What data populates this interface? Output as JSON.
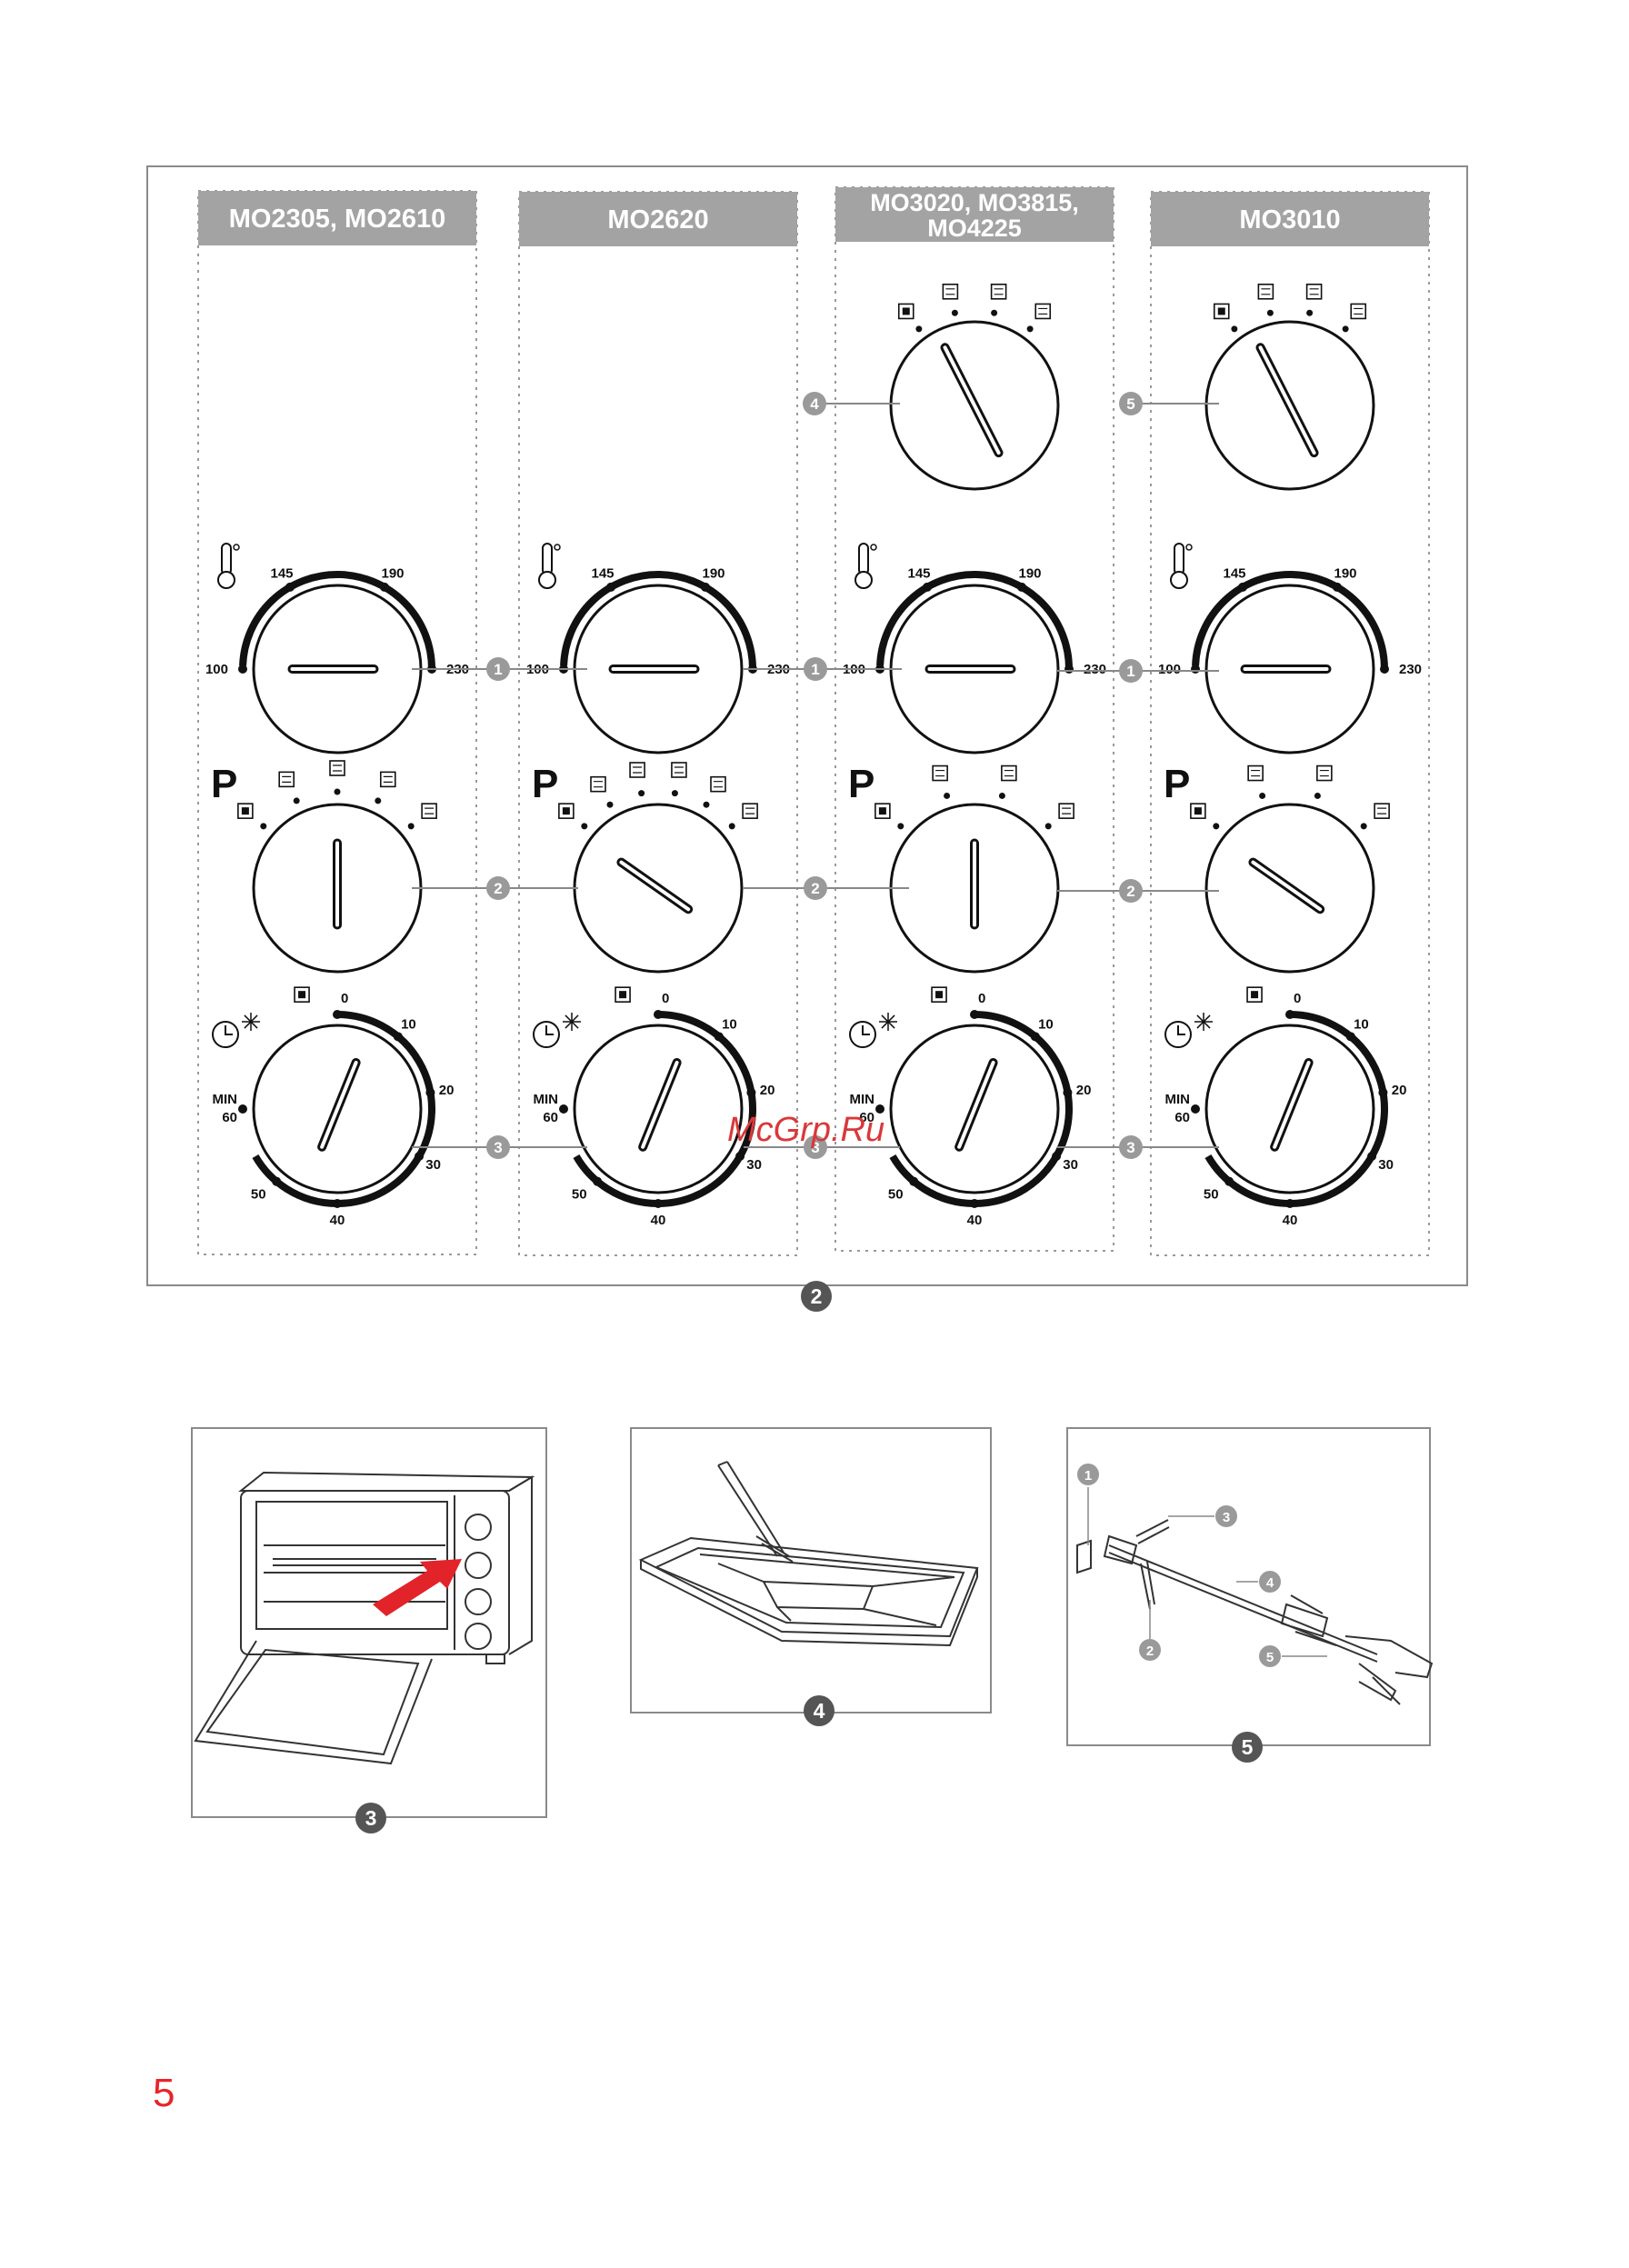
{
  "columns": [
    {
      "title_lines": [
        "MO2305, MO2610"
      ],
      "temp_ticks": [
        "145",
        "190",
        "100",
        "230"
      ],
      "timer_ticks": [
        "0",
        "10",
        "20",
        "30",
        "40",
        "50"
      ],
      "timer_min": "MIN",
      "timer_60": "60"
    },
    {
      "title_lines": [
        "MO2620"
      ],
      "temp_ticks": [
        "145",
        "190",
        "100",
        "230"
      ],
      "timer_ticks": [
        "0",
        "10",
        "20",
        "30",
        "40",
        "50"
      ],
      "timer_min": "MIN",
      "timer_60": "60"
    },
    {
      "title_lines": [
        "MO3020, MO3815,",
        "MO4225"
      ],
      "temp_ticks": [
        "145",
        "190",
        "100",
        "230"
      ],
      "timer_ticks": [
        "0",
        "10",
        "20",
        "30",
        "40",
        "50"
      ],
      "timer_min": "MIN",
      "timer_60": "60"
    },
    {
      "title_lines": [
        "MO3010"
      ],
      "temp_ticks": [
        "145",
        "190",
        "100",
        "230"
      ],
      "timer_ticks": [
        "0",
        "10",
        "20",
        "30",
        "40",
        "50"
      ],
      "timer_min": "MIN",
      "timer_60": "60"
    }
  ],
  "program_letter": "P",
  "callouts": {
    "temp": "1",
    "program": "2",
    "timer": "3",
    "col3_top": "4",
    "col4_top": "5"
  },
  "figure_labels": {
    "panel_figure": "2",
    "oven_figure": "3",
    "tray_figure": "4",
    "spit_figure": "5"
  },
  "spit_parts": [
    "1",
    "2",
    "3",
    "4",
    "5"
  ],
  "watermark": "McGrp.Ru",
  "page_number": "5",
  "colors": {
    "header_gray": "#a3a3a3",
    "badge_gray": "#9a9a9a",
    "badge_dark": "#555555",
    "arrow_red": "#e2232a",
    "page_number_red": "#e8242a"
  }
}
